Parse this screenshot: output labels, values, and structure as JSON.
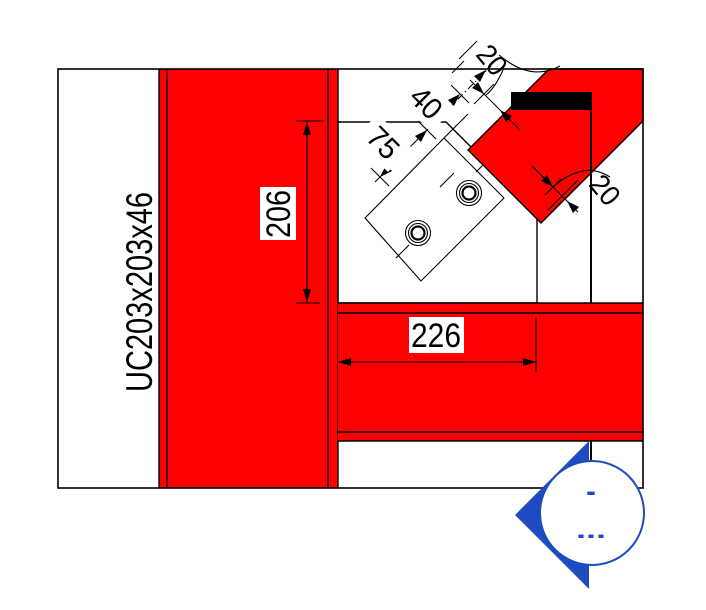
{
  "colors": {
    "part_red": "#fe0000",
    "plate_gray": "#c8c8c8",
    "mark_blue": "#1e4cc0",
    "line": "#000000"
  },
  "column": {
    "label": "UC203x203x46"
  },
  "dimensions": {
    "plate_height": "206",
    "beam_length": "226",
    "bolt_gauge": "75",
    "bolt_edge": "40",
    "upper_thickness": "20",
    "lower_thickness": "20"
  },
  "section_mark": {
    "upper_text": "-",
    "lower_text": "---"
  }
}
